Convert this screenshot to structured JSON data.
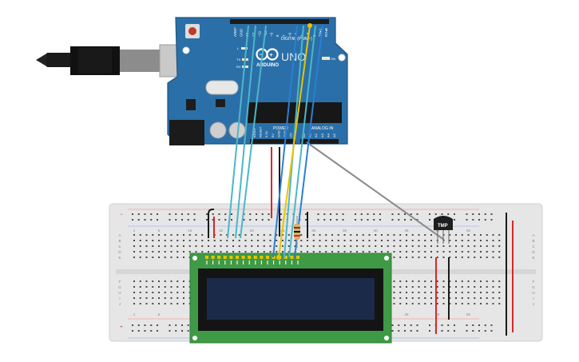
{
  "arduino": {
    "brand": "ARDUINO",
    "model": "UNO",
    "digital_label": "DIGITAL (PWM~)",
    "power_label": "POWER",
    "analog_label": "ANALOG IN",
    "on_label": "ON",
    "led_labels": [
      "L",
      "TX",
      "RX"
    ],
    "top_pin_labels": [
      "AREF",
      "GND",
      "13",
      "12",
      "~11",
      "~10",
      "~9",
      "8",
      "7",
      "~6",
      "~5",
      "4",
      "~3",
      "2",
      "TX▸1",
      "RX◂0"
    ],
    "power_pin_labels": [
      "IOREF",
      "RESET",
      "3.3V",
      "5V",
      "GND",
      "GND",
      "Vin"
    ],
    "analog_pin_labels": [
      "A0",
      "A1",
      "A2",
      "A3",
      "A4",
      "A5"
    ]
  },
  "breadboard": {
    "column_numbers": [
      "1",
      "5",
      "10",
      "15",
      "20",
      "25",
      "30",
      "35",
      "40",
      "45",
      "50",
      "55"
    ],
    "row_letters_top": [
      "A",
      "B",
      "C",
      "D",
      "E"
    ],
    "row_letters_bottom": [
      "F",
      "G",
      "H",
      "I",
      "J"
    ],
    "bottom_numbers": [
      "1",
      "5",
      "45",
      "50",
      "55"
    ]
  },
  "sensor": {
    "label": "TMP"
  },
  "colors": {
    "board": "#2b6fa8",
    "lcd_pcb": "#3f9a45",
    "lcd_screen": "#1c2a4a",
    "breadboard": "#e6e6e6",
    "wire_red": "#d62828",
    "wire_black": "#1a1a1a",
    "wire_cyan": "#4bb7c9",
    "wire_blue": "#2a7fd4",
    "wire_yellow": "#e8c400",
    "wire_gray": "#8a8a8a"
  }
}
